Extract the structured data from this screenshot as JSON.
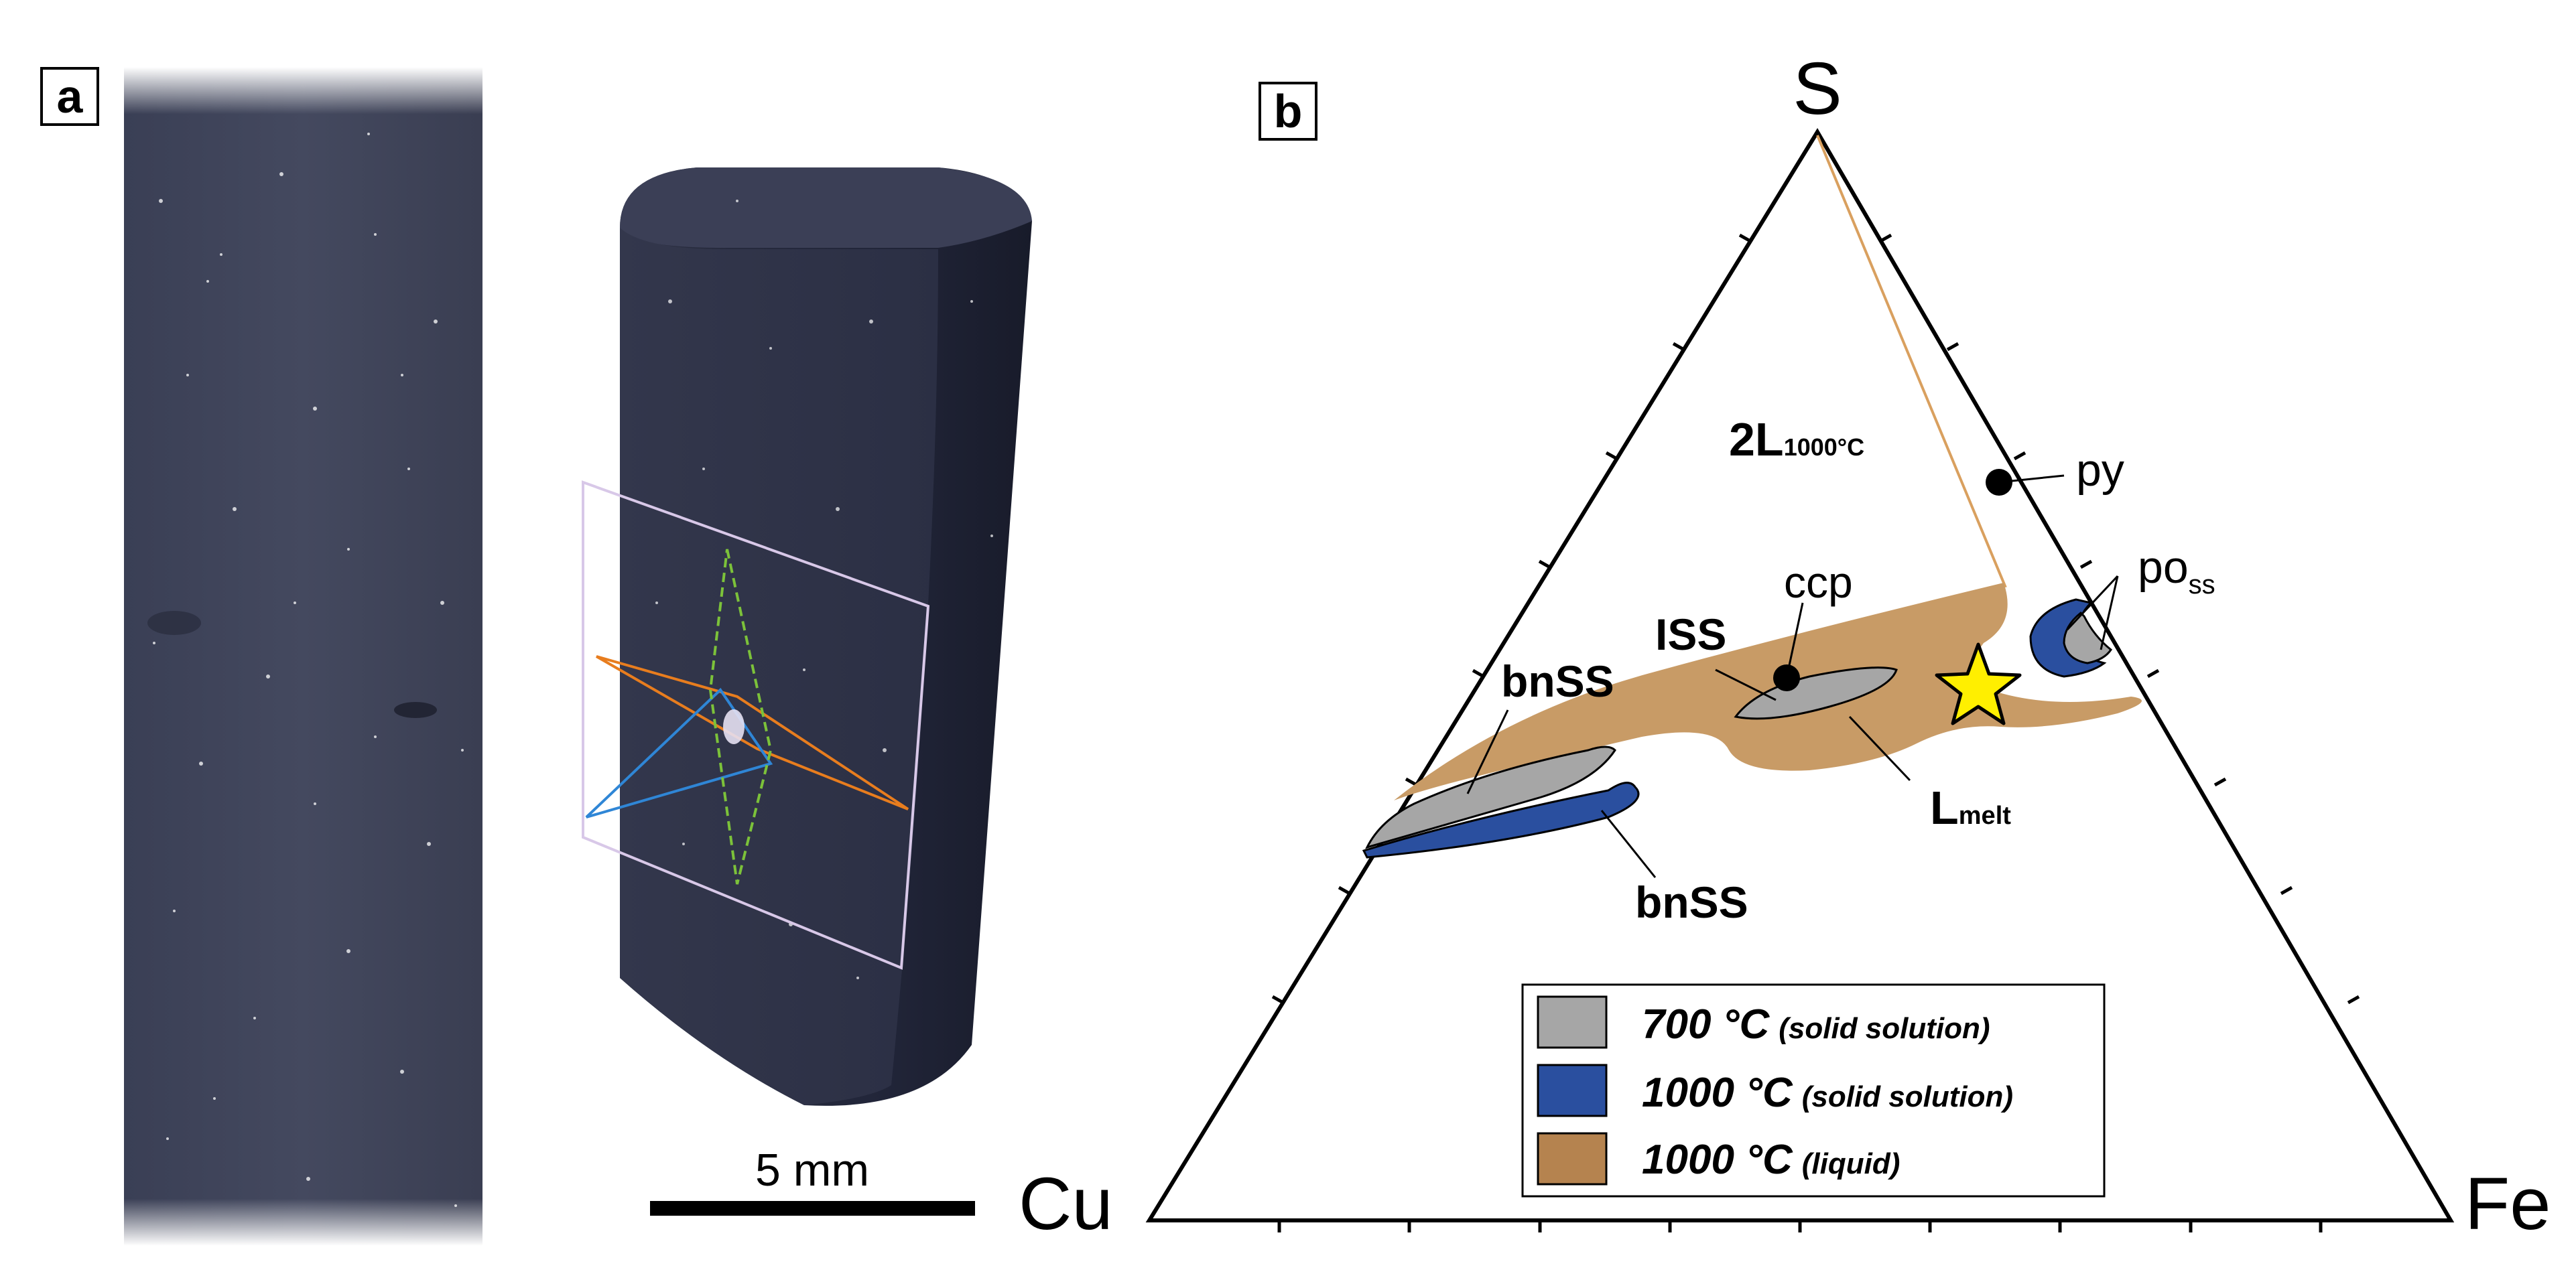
{
  "panel_a": {
    "label": "a",
    "scale_bar": {
      "text": "5 mm"
    }
  },
  "panel_b": {
    "label": "b",
    "vertices": {
      "top": "S",
      "left": "Cu",
      "right": "Fe"
    },
    "labels": {
      "two_liquid": "2L",
      "two_liquid_sub": "1000°C",
      "py": "py",
      "po": "po",
      "po_sub": "ss",
      "ccp": "ccp",
      "iss": "ISS",
      "bnss_upper": "bnSS",
      "bnss_lower": "bnSS",
      "lmelt": "L",
      "lmelt_sub": "melt"
    },
    "legend": [
      {
        "main": "700 °C",
        "note": "(solid solution)",
        "color": "#a6a6a6"
      },
      {
        "main": "1000 °C",
        "note": "(solid solution)",
        "color": "#2a4f9f"
      },
      {
        "main": "1000 °C",
        "note": "(liquid)",
        "color": "#b5834f"
      }
    ],
    "colors": {
      "gray_700": "#a6a6a6",
      "blue_1000": "#2a4f9f",
      "tan_liquid": "#c89b66",
      "star": "#ffef00",
      "tie_line": "#d9a05f"
    }
  }
}
